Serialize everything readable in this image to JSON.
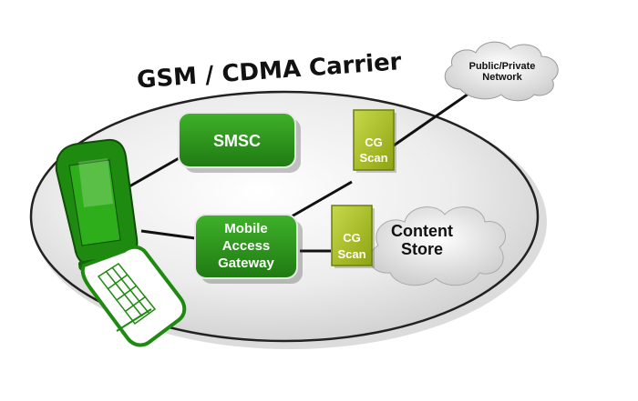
{
  "carrier": {
    "title": "GSM / CDMA Carrier"
  },
  "smsc": {
    "label": "SMSC"
  },
  "gateway": {
    "lines": [
      "Mobile",
      "Access",
      "Gateway"
    ]
  },
  "scan_top": {
    "lines": [
      "CG",
      "Scan"
    ]
  },
  "scan_bottom": {
    "lines": [
      "CG",
      "Scan"
    ]
  },
  "public_network": {
    "lines": [
      "Public/Private",
      "Network"
    ]
  },
  "content_store": {
    "lines": [
      "Content",
      "Store"
    ]
  },
  "colors": {
    "green": "#2f9a1c",
    "green_dark": "#1f6d12",
    "olive": "#9fb41a",
    "ellipse_fill": "#dcdcdc"
  }
}
